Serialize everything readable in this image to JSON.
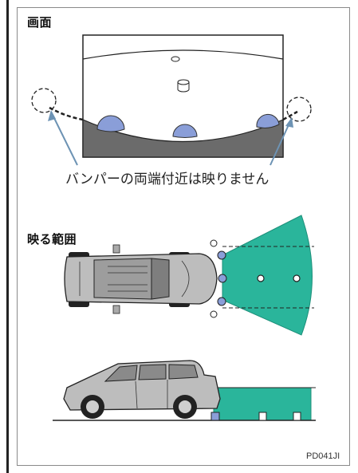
{
  "screen_section": {
    "title": "画面",
    "caption": "バンパーの両端付近は映りません"
  },
  "range_section": {
    "title": "映る範囲"
  },
  "figure_code": "PD041JI",
  "colors": {
    "coverage": "#2ab59b",
    "bumper": "#6b6b6b",
    "sensor": "#8a9ed8",
    "arrow": "#6d93b4",
    "car_body": "#bdbdbd"
  }
}
